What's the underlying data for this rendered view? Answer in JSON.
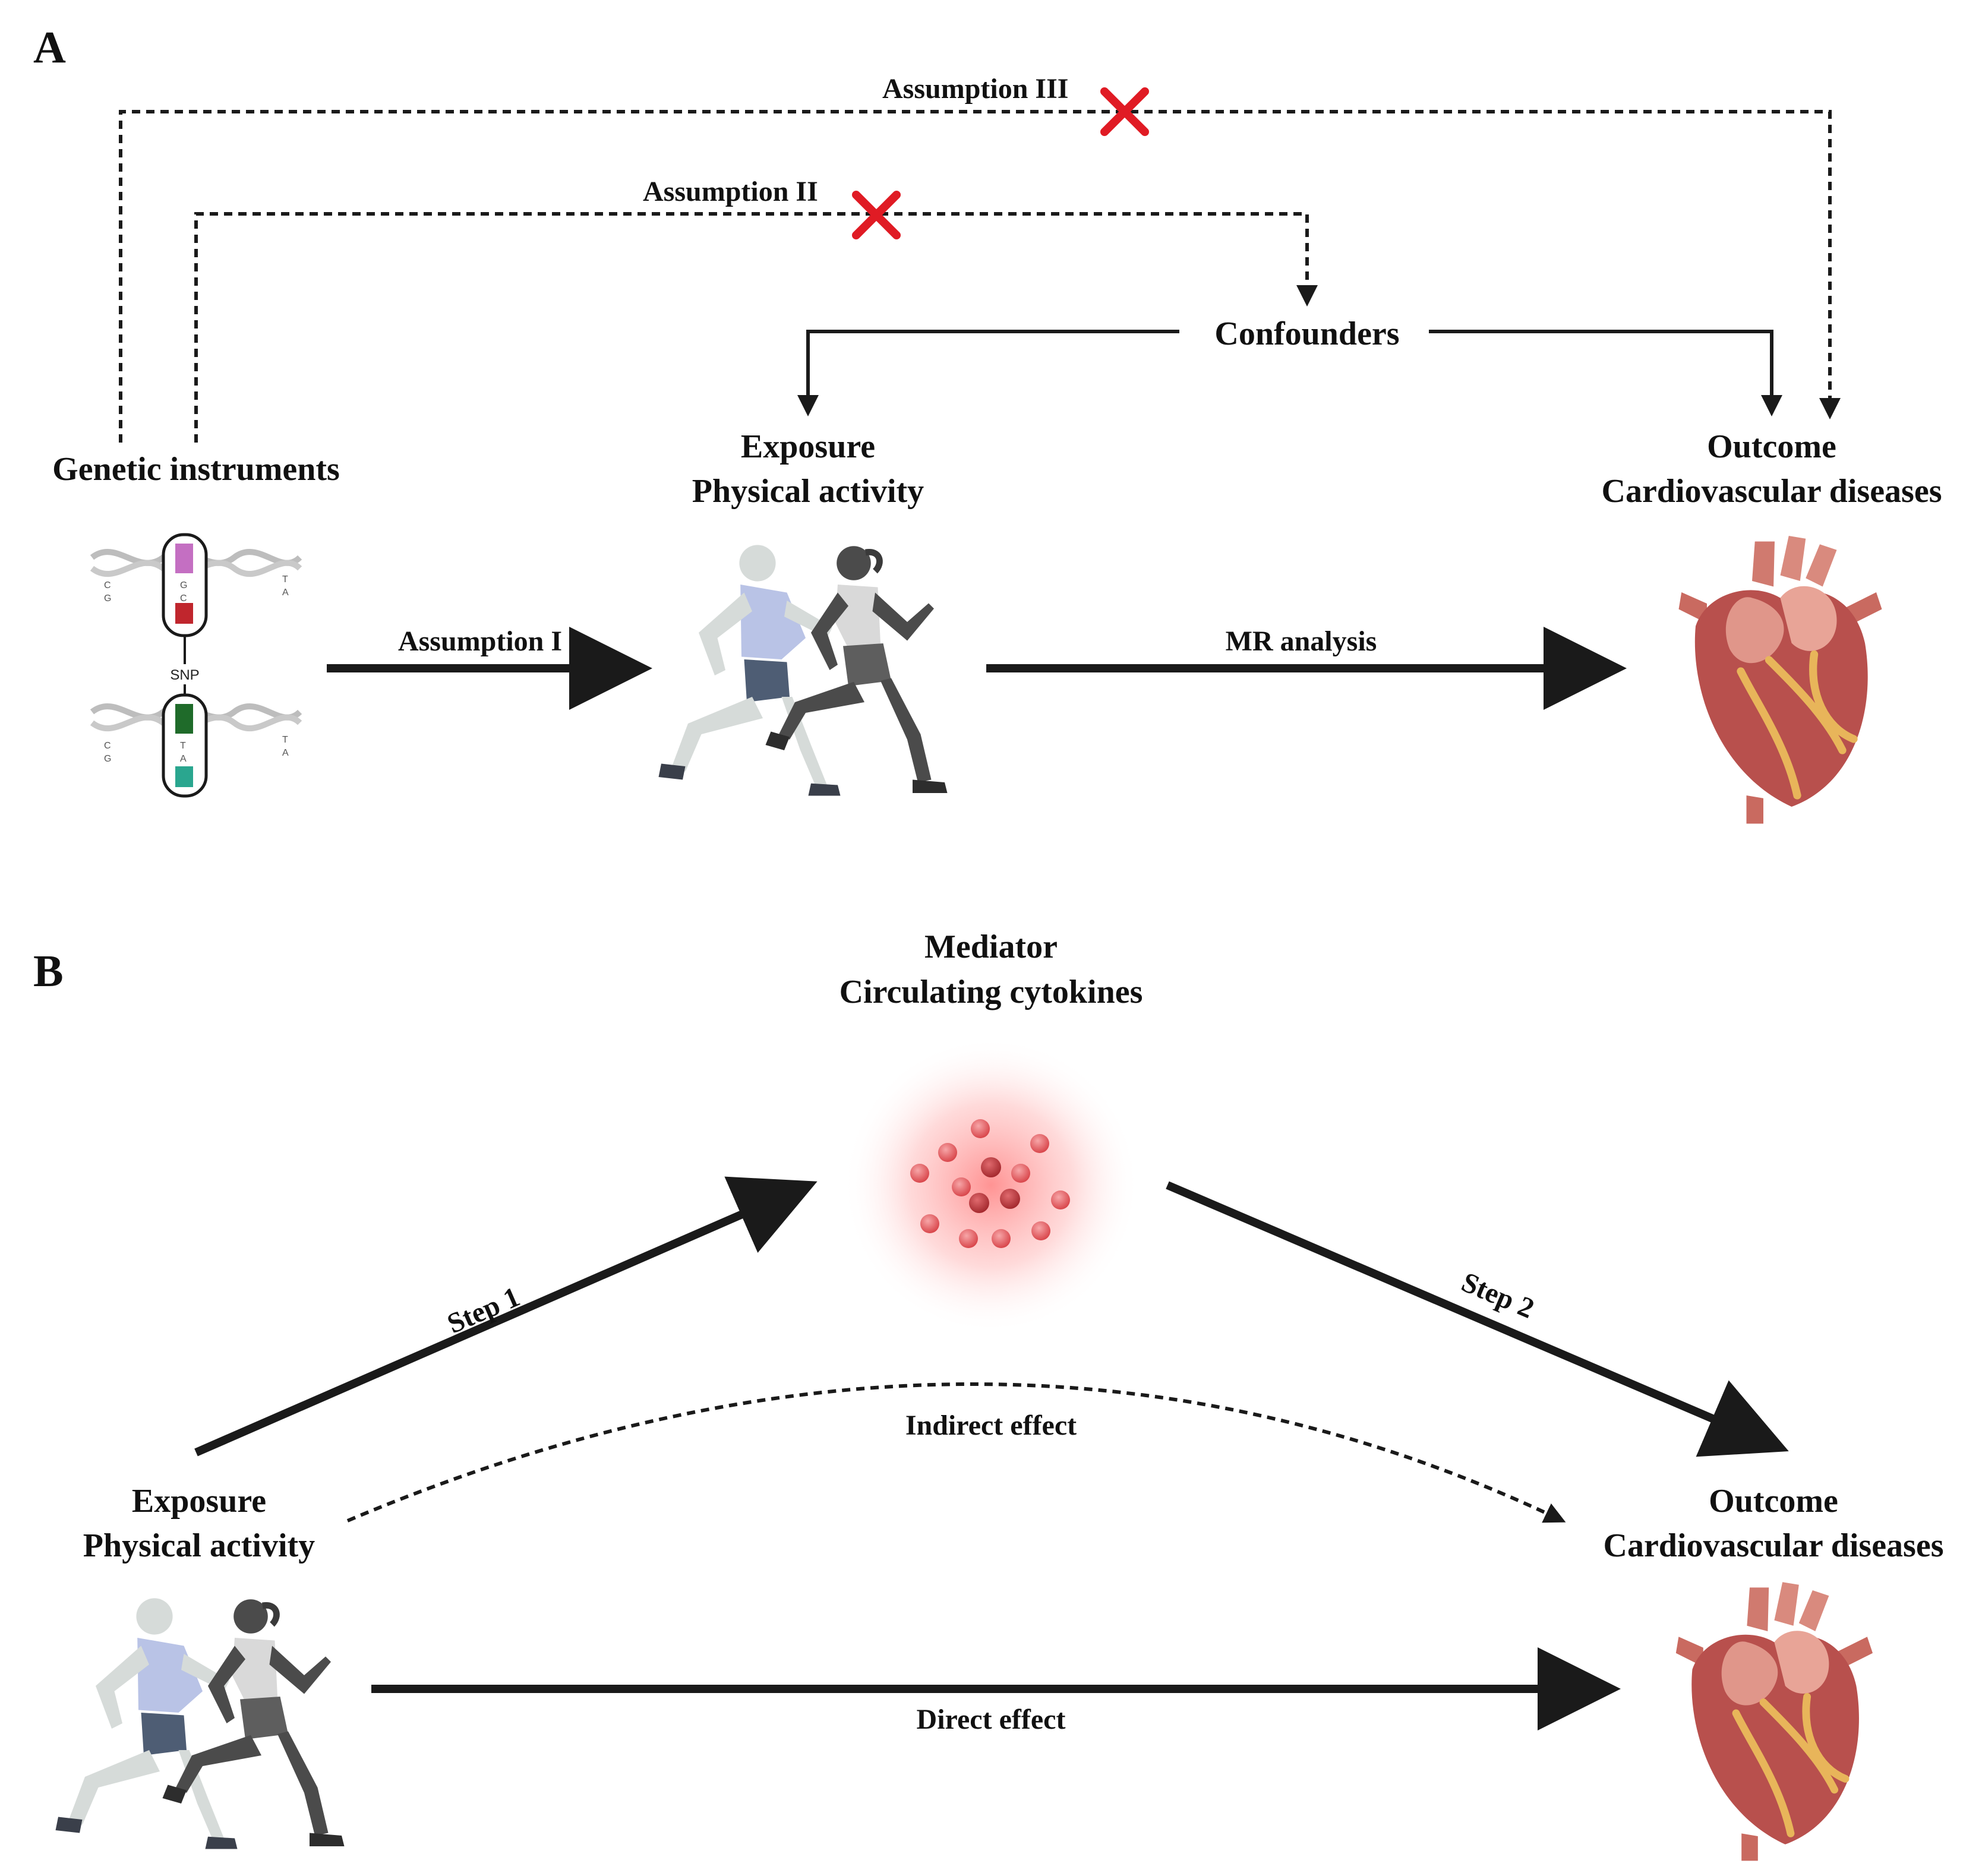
{
  "panel_a": {
    "letter": "A",
    "assumption_3": "Assumption III",
    "assumption_2": "Assumption II",
    "confounders": "Confounders",
    "genetic_instruments": "Genetic instruments",
    "snp_label": "SNP",
    "exposure_title": "Exposure",
    "exposure_name": "Physical activity",
    "outcome_title": "Outcome",
    "outcome_name": "Cardiovascular diseases",
    "assumption_1": "Assumption I",
    "mr_analysis": "MR analysis"
  },
  "panel_b": {
    "letter": "B",
    "mediator_title": "Mediator",
    "mediator_name": "Circulating cytokines",
    "step_1": "Step 1",
    "step_2": "Step 2",
    "indirect_effect": "Indirect effect",
    "exposure_title": "Exposure",
    "exposure_name": "Physical activity",
    "outcome_title": "Outcome",
    "outcome_name": "Cardiovascular diseases",
    "direct_effect": "Direct effect"
  },
  "colors": {
    "arrow": "#1a1a1a",
    "cross": "#e01b24",
    "cytokine": "#e8656a",
    "heart": "#b8504d",
    "runner_light": "#b7c4e8",
    "runner_dark": "#4a4a4a"
  }
}
